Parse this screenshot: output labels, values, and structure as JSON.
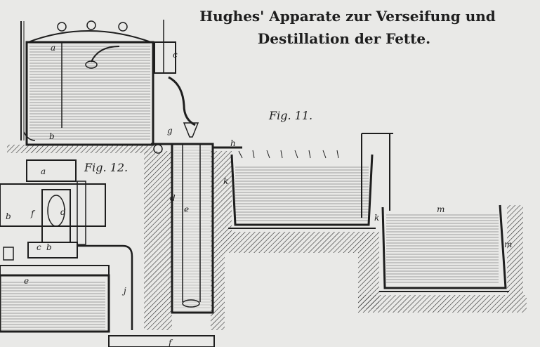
{
  "title_line1": "Hughes' Apparate zur Verseifung und",
  "title_line2": "Destillation der Fette.",
  "fig11": "Fig. 11.",
  "fig12": "Fig. 12.",
  "labels": {
    "a": "a",
    "b": "b",
    "c": "c",
    "d": "d",
    "e": "e",
    "g": "g",
    "h": "h",
    "k": "k",
    "k2": "k",
    "m": "m",
    "m2": "m",
    "a2": "a",
    "b2": "b",
    "f": "f",
    "d2": "d",
    "e2": "e",
    "j": "j",
    "f2": "f",
    "c2": "c",
    "b3": "b"
  }
}
